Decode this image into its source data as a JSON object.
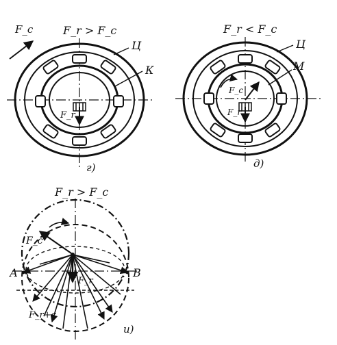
{
  "panel_g": {
    "condition": "F_r > F_c",
    "labels": {
      "fc": "F_c",
      "fr": "F_r",
      "cage": "Ц",
      "ring": "К"
    },
    "caption": "г)"
  },
  "panel_d": {
    "condition": "F_r < F_c",
    "labels": {
      "fc": "F_c",
      "fr": "F_r",
      "cage": "Ц",
      "inner": "М"
    },
    "caption": "д)"
  },
  "panel_i": {
    "condition": "F_r > F_c",
    "labels": {
      "fc": "F_c",
      "fr": "F_r",
      "sum": "F_r+c",
      "a": "А",
      "b": "В"
    },
    "caption": "и)"
  }
}
